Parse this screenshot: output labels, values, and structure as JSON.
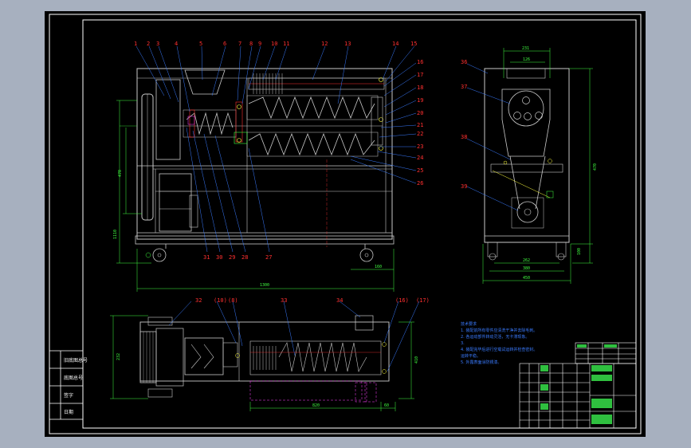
{
  "colors": {
    "background": "#a7b0bf",
    "sheet": "#000000",
    "outline": "#ffffff",
    "machine": "#c8c8c8",
    "dimension": "#40ff40",
    "leader": "#3a7bff",
    "callout": "#ff3030",
    "hidden": "#ff40ff",
    "accent": "#ffff40"
  },
  "callouts_top": [
    "1",
    "2",
    "3",
    "4",
    "5",
    "6",
    "7",
    "8",
    "9",
    "10",
    "11",
    "12",
    "13",
    "14",
    "15"
  ],
  "callouts_right": [
    "16",
    "17",
    "18",
    "19",
    "20",
    "21",
    "22",
    "23",
    "24",
    "25",
    "26"
  ],
  "callouts_bottom": [
    "31",
    "30",
    "29",
    "28",
    "27"
  ],
  "callouts_side": [
    "36",
    "37",
    "38",
    "39"
  ],
  "callouts_plan": [
    "32",
    "(10)",
    "(8)",
    "33",
    "34",
    "(16)",
    "(17)"
  ],
  "dims": {
    "front_bottom": "1300",
    "front_bottom_small": "160",
    "front_left_1": "470",
    "front_left_2": "1110",
    "side_top_1": "231",
    "side_top_2": "126",
    "side_bottom_1": "262",
    "side_bottom_2": "380",
    "side_bottom_3": "450",
    "side_right": "470",
    "side_right_small": "100",
    "plan_bottom": "820",
    "plan_bottom_small": "60",
    "plan_right": "410",
    "plan_left": "232"
  },
  "notes": {
    "title": "技术要求",
    "lines": [
      "1. 装配前所有零件应清洗干净并去除毛刺。",
      "2. 各运动部件转动灵活，无卡滞现象。",
      "3.",
      "4. 装配完毕后进行空载试运转并检查密封。",
      "   运转平稳。",
      "5. 外露表面涂防锈漆。"
    ]
  },
  "left_strip": [
    "旧底图总号",
    "底图总号",
    "签字",
    "日期"
  ]
}
